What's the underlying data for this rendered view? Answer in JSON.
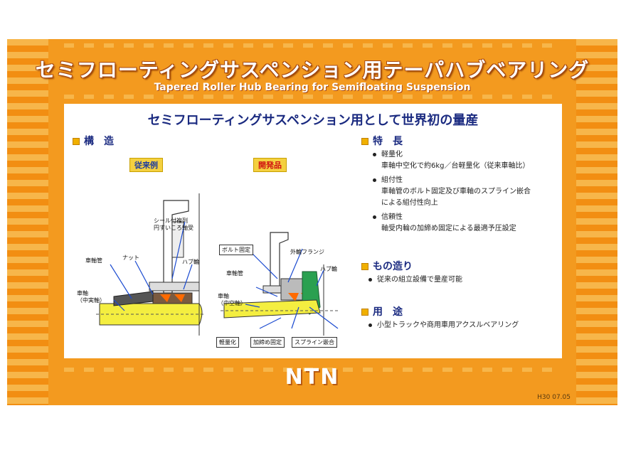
{
  "title_jp": "セミフローティングサスペンション用テーパハブベアリング",
  "title_en": "Tapered Roller Hub Bearing for Semifloating Suspension",
  "subtitle": "セミフローティングサスペンション用として世界初の量産",
  "structure": {
    "heading": "構　造",
    "conventional": {
      "tag": "従来例",
      "labels": {
        "seal": "シール付複列\n円すいころ軸受",
        "axle_tube": "車軸管",
        "nut": "ナット",
        "hub_ring": "ハブ輪",
        "axle": "車軸\n（中実軸）"
      }
    },
    "developed": {
      "tag": "開発品",
      "labels": {
        "bolt": "ボルト固定",
        "outer_flange": "外輪フランジ",
        "axle_tube": "車軸管",
        "hub_ring": "ハブ輪",
        "axle": "車軸\n（中空軸）",
        "light": "軽量化",
        "crimp": "加締め固定",
        "spline": "スプライン嵌合"
      }
    }
  },
  "features": {
    "heading": "特　長",
    "items": [
      {
        "title": "軽量化",
        "detail": "車軸中空化で約6kg／台軽量化（従来車軸比）"
      },
      {
        "title": "組付性",
        "detail": "車軸管のボルト固定及び車軸のスプライン嵌合\nによる組付性向上"
      },
      {
        "title": "信頼性",
        "detail": "軸受内輪の加締め固定による最適予圧設定"
      }
    ]
  },
  "manufacturing": {
    "heading": "もの造り",
    "items": [
      "従来の組立設備で量産可能"
    ]
  },
  "usage": {
    "heading": "用　途",
    "items": [
      "小型トラックや商用車用アクスルベアリング"
    ]
  },
  "logo": "NTN",
  "date": "H30 07.05",
  "colors": {
    "orange": "#f39a1f",
    "navy": "#1a2a80",
    "yellow": "#f4d040",
    "red": "#d01010"
  }
}
